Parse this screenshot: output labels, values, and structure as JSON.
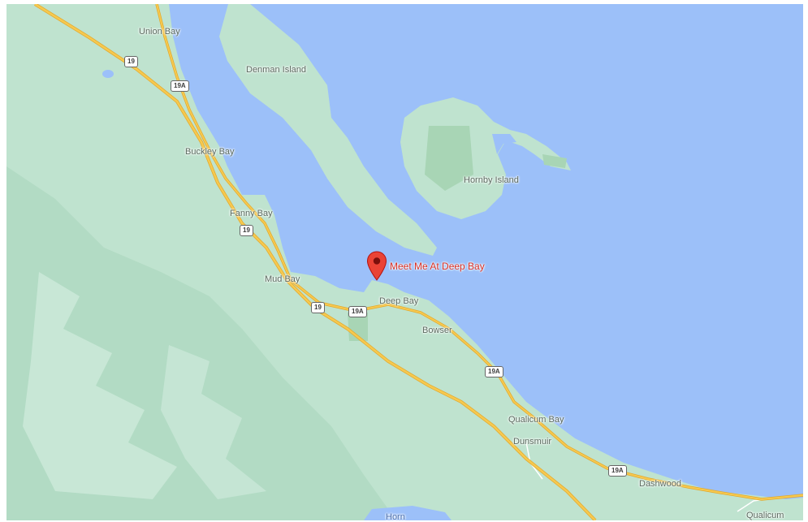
{
  "map": {
    "colors": {
      "water": "#9cc0f9",
      "land": "#bfe3cf",
      "park": "#a8d5b5",
      "highway": "#f6c950",
      "highway_edge": "#e3a92b",
      "road": "#ffffff",
      "marker": "#ea4335"
    },
    "places": [
      {
        "id": "union-bay",
        "label": "Union Bay"
      },
      {
        "id": "denman-island",
        "label": "Denman Island"
      },
      {
        "id": "buckley-bay",
        "label": "Buckley Bay"
      },
      {
        "id": "hornby-island",
        "label": "Hornby Island"
      },
      {
        "id": "fanny-bay",
        "label": "Fanny Bay"
      },
      {
        "id": "mud-bay",
        "label": "Mud Bay"
      },
      {
        "id": "deep-bay",
        "label": "Deep Bay"
      },
      {
        "id": "bowser",
        "label": "Bowser"
      },
      {
        "id": "qualicum-bay",
        "label": "Qualicum Bay"
      },
      {
        "id": "dunsmuir",
        "label": "Dunsmuir"
      },
      {
        "id": "dashwood",
        "label": "Dashwood"
      },
      {
        "id": "qualicum",
        "label": "Qualicum"
      },
      {
        "id": "horne-lake",
        "label": "Horn"
      }
    ],
    "route_shields": [
      "19",
      "19A",
      "19",
      "19",
      "19A",
      "19A",
      "19A"
    ],
    "marker": {
      "label": "Meet Me At Deep Bay",
      "icon": "map-pin-icon"
    }
  }
}
